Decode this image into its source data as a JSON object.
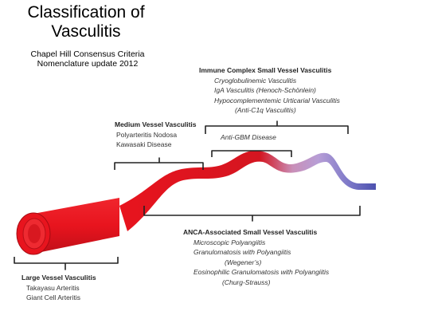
{
  "slide": {
    "title_line1": "Classification of",
    "title_line2": "Vasculitis",
    "subtitle_line1": "Chapel Hill Consensus Criteria",
    "subtitle_line2": "Nomenclature update 2012"
  },
  "immune_complex": {
    "heading": "Immune Complex  Small Vessel Vasculitis",
    "items": [
      "Cryoglobulinemic Vasculitis",
      "IgA Vasculitis (Henoch-Schönlein)",
      "Hypocomplementemic Urticarial Vasculitis",
      "(Anti-C1q Vasculitis)"
    ]
  },
  "medium_vessel": {
    "heading": "Medium Vessel Vasculitis",
    "items": [
      "Polyarteritis Nodosa",
      "Kawasaki Disease"
    ]
  },
  "anti_gbm": {
    "label": "Anti-GBM Disease"
  },
  "anca": {
    "heading": "ANCA-Associated Small Vessel Vasculitis",
    "items": [
      "Microscopic Polyangiitis",
      "Granulomatosis with Polyangiitis",
      "(Wegener’s)",
      "Eosinophilic Granulomatosis with Polyangiitis",
      "(Churg-Strauss)"
    ]
  },
  "large_vessel": {
    "heading": "Large Vessel Vasculitis",
    "items": [
      "Takayasu Arteritis",
      "Giant Cell Arteritis"
    ]
  },
  "colors": {
    "artery_red": "#e8141e",
    "artery_dark": "#a50b12",
    "arteriole_purple": "#b79ed6",
    "vein_blue": "#5b5db8",
    "bracket": "#222222"
  }
}
